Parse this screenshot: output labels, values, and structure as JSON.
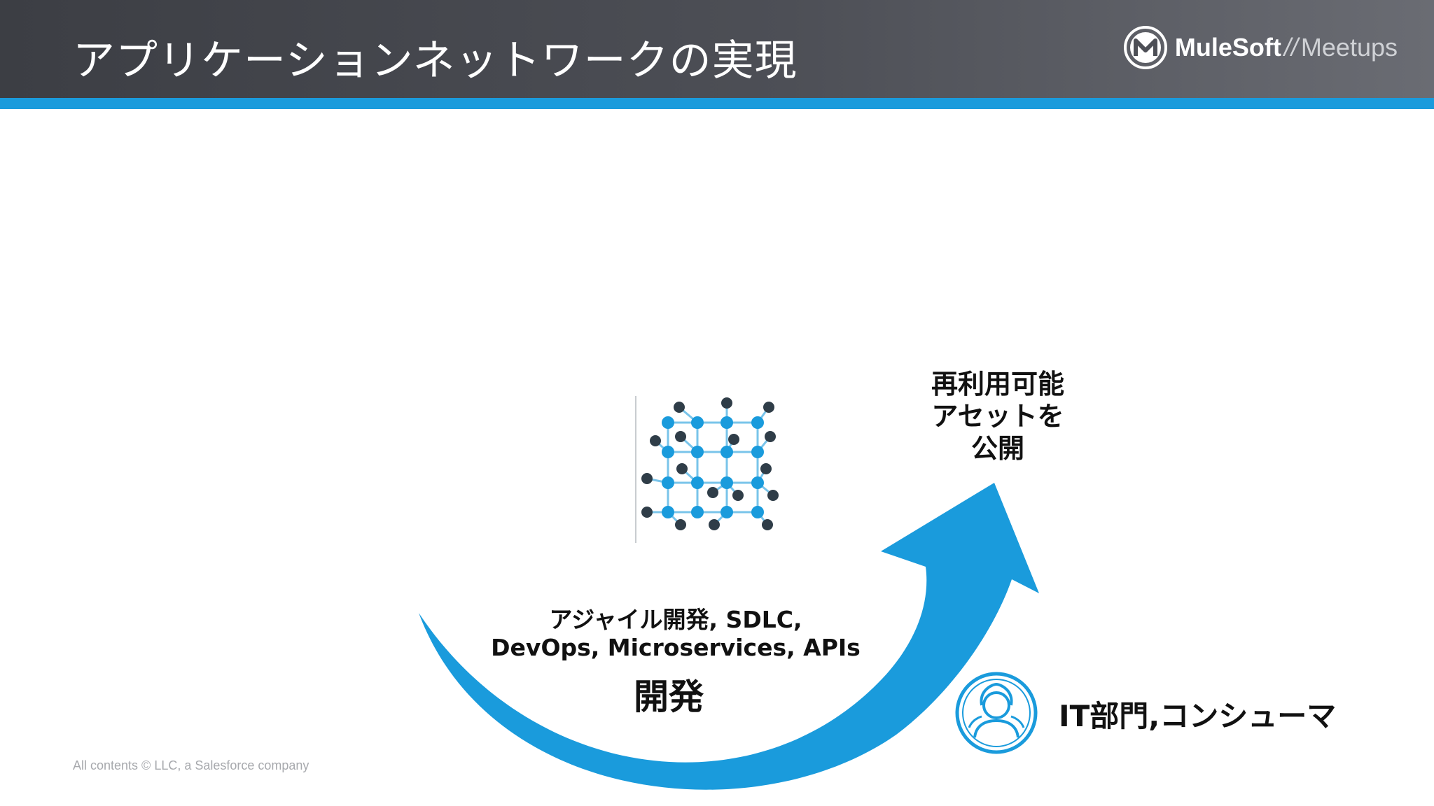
{
  "header": {
    "title": "アプリケーションネットワークの実現",
    "logo": {
      "brand": "MuleSoft",
      "separator": "//",
      "suffix": "Meetups",
      "icon": "mulesoft-logo-icon"
    }
  },
  "colors": {
    "accent": "#1a9bdc",
    "header_dark": "#3c3e44",
    "text": "#111111",
    "footer_text": "#a7a9ad"
  },
  "diagram": {
    "reuse": {
      "line1": "再利用可能",
      "line2": "アセットを",
      "line3": "公開"
    },
    "development": {
      "sub_line1": "アジャイル開発, SDLC,",
      "sub_line2": "DevOps, Microservices, APIs",
      "label": "開発"
    },
    "consumer": {
      "label": "IT部門,コンシューマ",
      "icon": "users-group-icon"
    },
    "network_icon": "application-network-icon"
  },
  "footer": {
    "text": "All contents © LLC, a Salesforce company"
  }
}
